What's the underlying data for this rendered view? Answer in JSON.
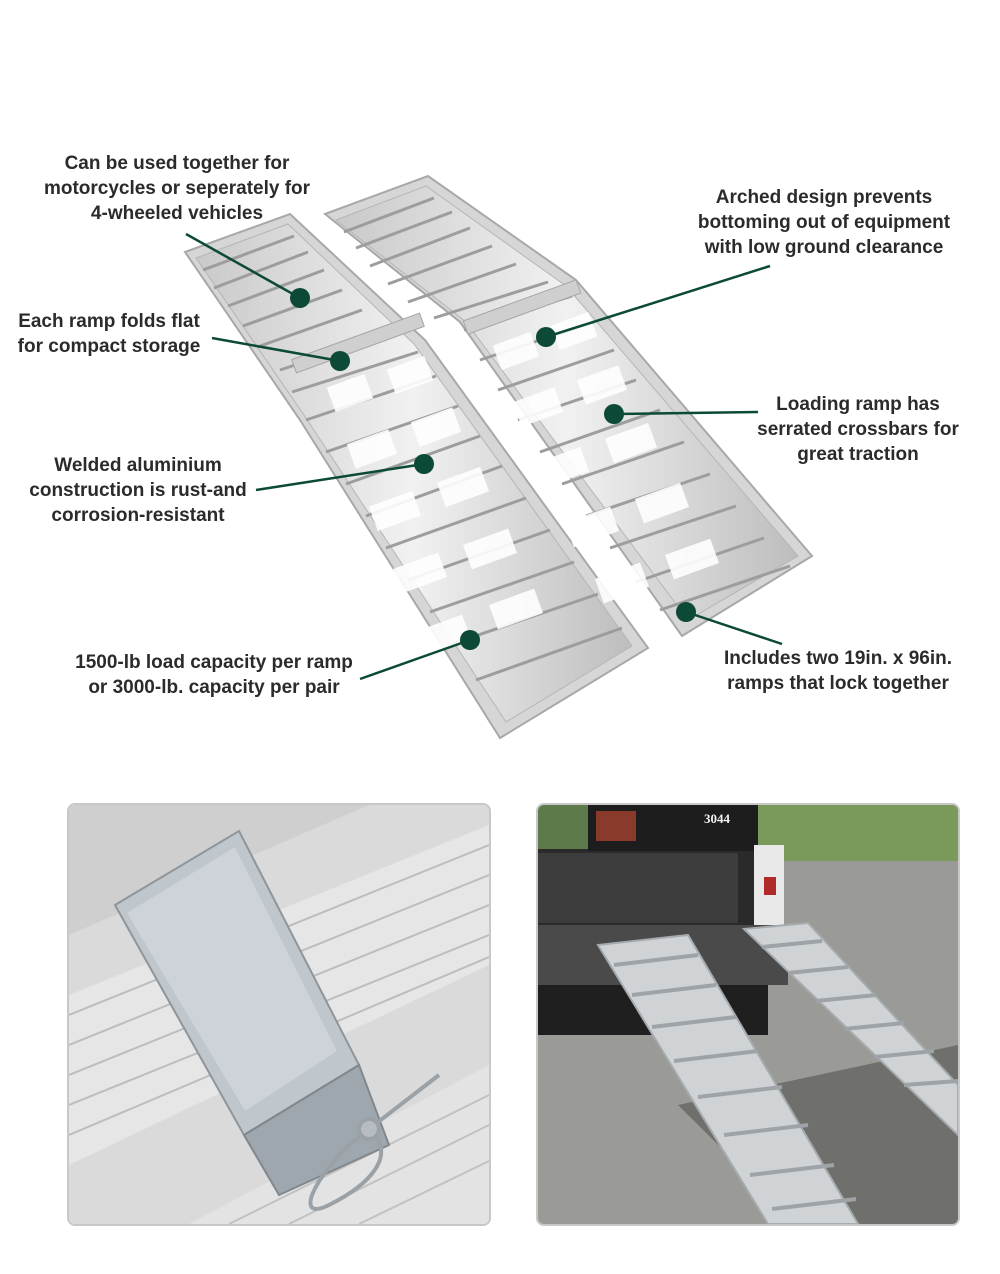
{
  "annotations": {
    "together": "Can be used together for\nmotorcycles or seperately for\n4-wheeled vehicles",
    "folds": "Each ramp folds flat\nfor compact storage",
    "welded": "Welded aluminium\nconstruction is rust-and\ncorrosion-resistant",
    "capacity": "1500-lb load capacity per ramp\nor 3000-lb. capacity per pair",
    "arched": "Arched design prevents\nbottoming out of equipment\nwith low ground clearance",
    "serrated": "Loading ramp has\nserrated crossbars for\ngreat traction",
    "includes": "Includes two 19in. x 96in.\nramps that lock together"
  },
  "photo": {
    "truck_number": "3044"
  },
  "colors": {
    "marker": "#0c4a37",
    "text": "#2b2b2b",
    "aluminium": "#dcdcdc",
    "frame_border": "#c8c8c8"
  },
  "icons": {
    "marker": "filled-circle-callout"
  }
}
